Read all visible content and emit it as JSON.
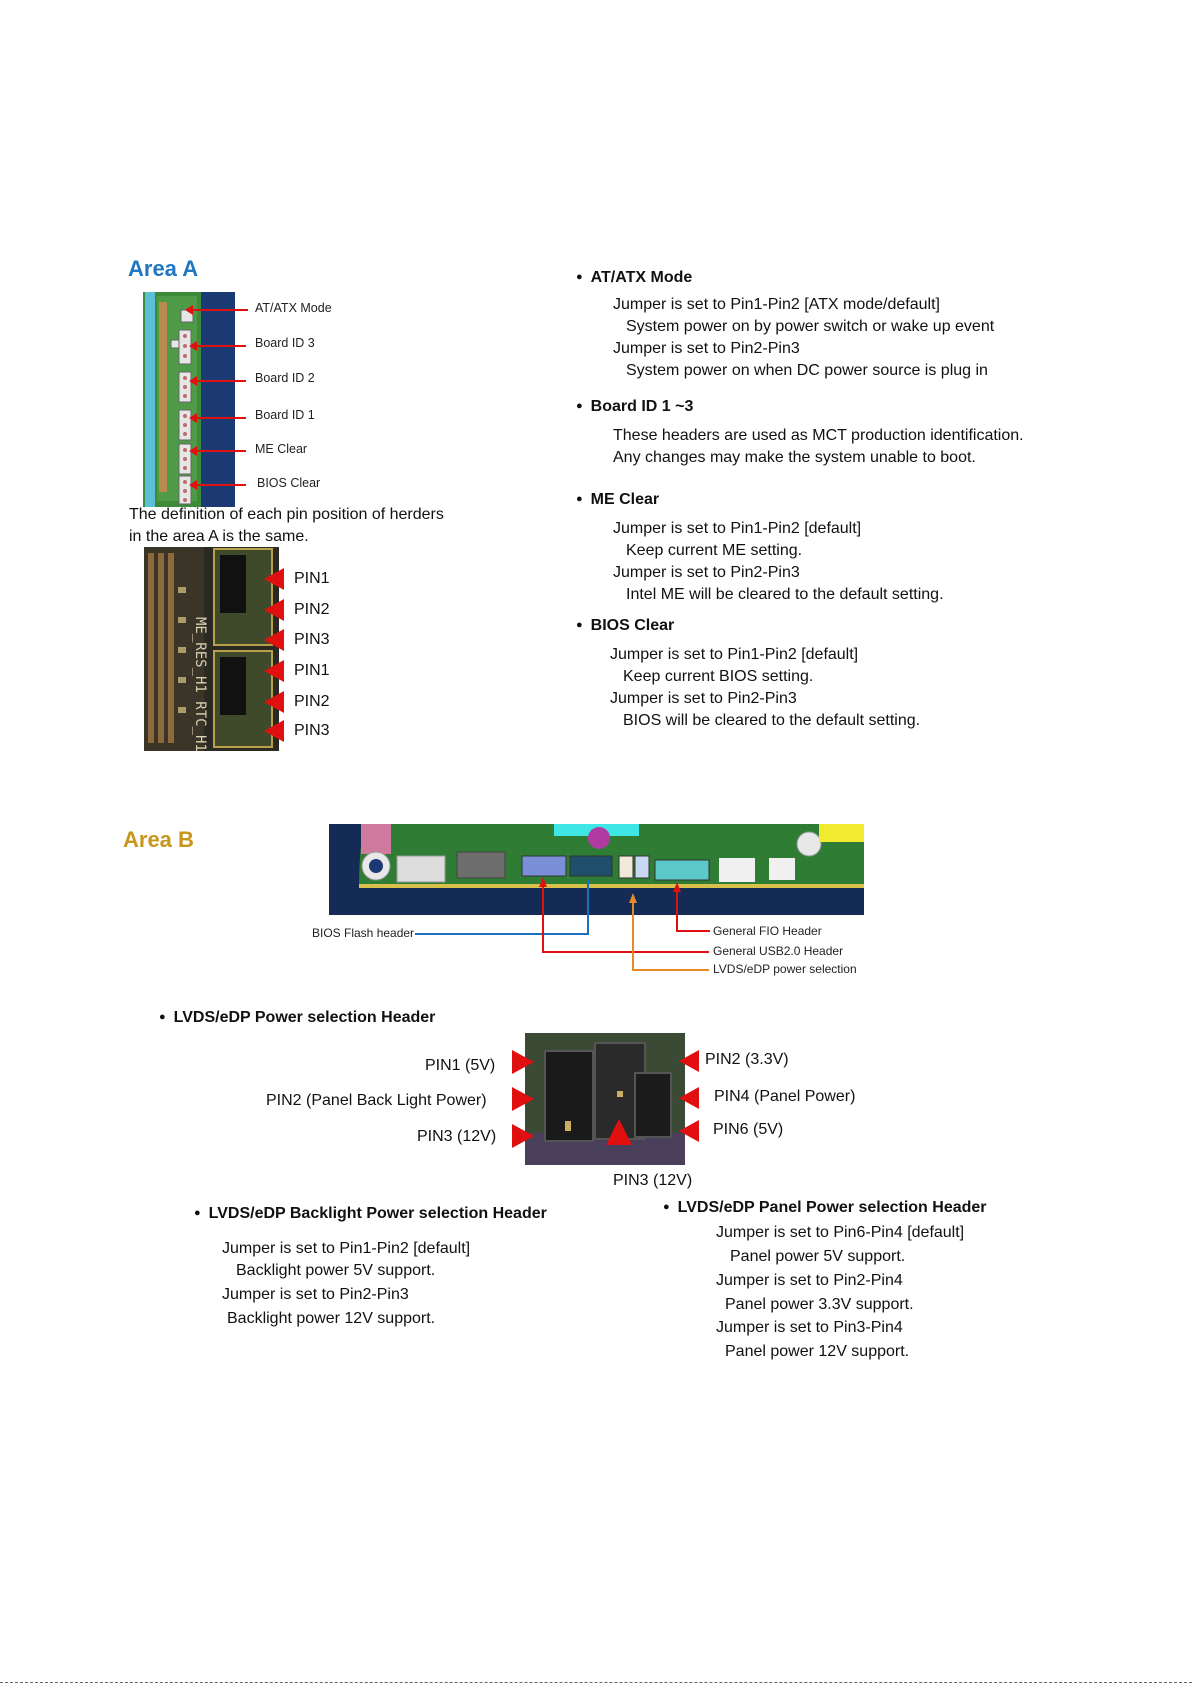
{
  "colors": {
    "area_a": "#1f77c4",
    "area_b": "#c8961a",
    "arrow_red": "#e01010",
    "pcb_green": "#2f7d35",
    "pcb_navy": "#1b3a73"
  },
  "area_a": {
    "title": "Area A",
    "callouts": [
      "AT/ATX Mode",
      "Board ID 3",
      "Board ID 2",
      "Board ID 1",
      "ME Clear",
      "BIOS Clear"
    ],
    "definition_line1": "The definition of each pin position of herders",
    "definition_line2": "in the area A is the same.",
    "pins": [
      "PIN1",
      "PIN2",
      "PIN3",
      "PIN1",
      "PIN2",
      "PIN3"
    ],
    "silkscreen": "ME_RES_H1  RTC_H1",
    "sections": {
      "at_atx": {
        "heading": "AT/ATX Mode",
        "lines": [
          "Jumper is set to Pin1-Pin2 [ATX mode/default]",
          "System power on by power switch or wake up event",
          "Jumper is set to Pin2-Pin3",
          "System power on when DC power source is plug in"
        ]
      },
      "board_id": {
        "heading": "Board ID 1 ~3",
        "lines": [
          "These headers are used as MCT production identification.",
          "Any changes may make the system unable to boot."
        ]
      },
      "me_clear": {
        "heading": "ME Clear",
        "lines": [
          "Jumper is set to Pin1-Pin2 [default]",
          "Keep current ME setting.",
          "Jumper is set to Pin2-Pin3",
          "Intel ME will be cleared to the default setting."
        ]
      },
      "bios_clear": {
        "heading": "BIOS Clear",
        "lines": [
          "Jumper is set to Pin1-Pin2 [default]",
          "Keep current BIOS setting.",
          "Jumper is set to Pin2-Pin3",
          "BIOS will be cleared to the default setting."
        ]
      }
    }
  },
  "area_b": {
    "title": "Area B",
    "callouts": {
      "bios_flash": "BIOS Flash header",
      "fio": "General FIO Header",
      "usb": "General USB2.0  Header",
      "lvds": "LVDS/eDP power selection"
    },
    "lvds_header": {
      "heading": "LVDS/eDP Power selection Header",
      "pins_left": [
        "PIN1 (5V)",
        "PIN2 (Panel Back Light Power)",
        "PIN3 (12V)"
      ],
      "pins_right": [
        "PIN2 (3.3V)",
        "PIN4 (Panel Power)",
        "PIN6 (5V)"
      ],
      "pin_bottom": "PIN3 (12V)"
    },
    "backlight": {
      "heading": "LVDS/eDP Backlight Power selection Header",
      "lines": [
        "Jumper is set to Pin1-Pin2 [default]",
        "Backlight power 5V support.",
        "Jumper is set to Pin2-Pin3",
        "Backlight power 12V support."
      ]
    },
    "panel": {
      "heading": "LVDS/eDP Panel Power selection Header",
      "lines": [
        "Jumper is set to Pin6-Pin4 [default]",
        "Panel power 5V support.",
        "Jumper is set to Pin2-Pin4",
        "Panel power 3.3V support.",
        "Jumper is set to Pin3-Pin4",
        "Panel power 12V support."
      ]
    }
  }
}
